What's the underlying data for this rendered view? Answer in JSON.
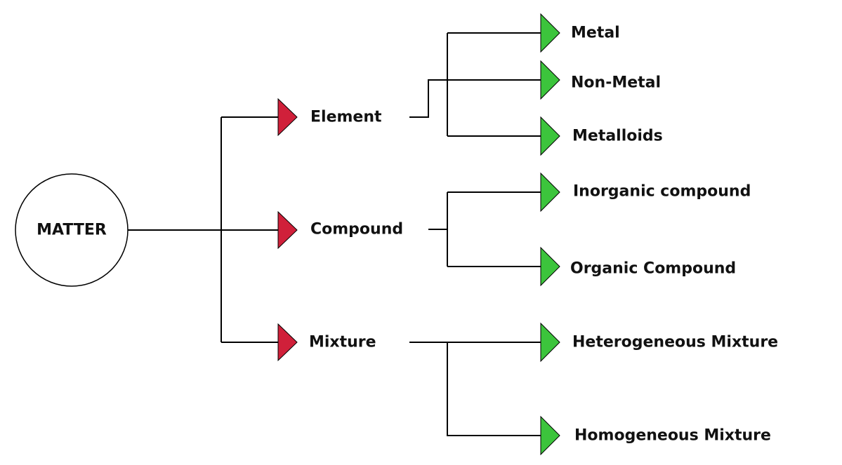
{
  "root": {
    "label": "MATTER"
  },
  "categories": [
    {
      "label": "Element",
      "children": [
        "Metal",
        "Non-Metal",
        "Metalloids"
      ]
    },
    {
      "label": "Compound",
      "children": [
        "Inorganic compound",
        "Organic Compound"
      ]
    },
    {
      "label": "Mixture",
      "children": [
        "Heterogeneous Mixture",
        "Homogeneous Mixture"
      ]
    }
  ],
  "colors": {
    "category_arrow": "#d0203a",
    "leaf_arrow": "#3cc43c",
    "line": "#000000"
  }
}
